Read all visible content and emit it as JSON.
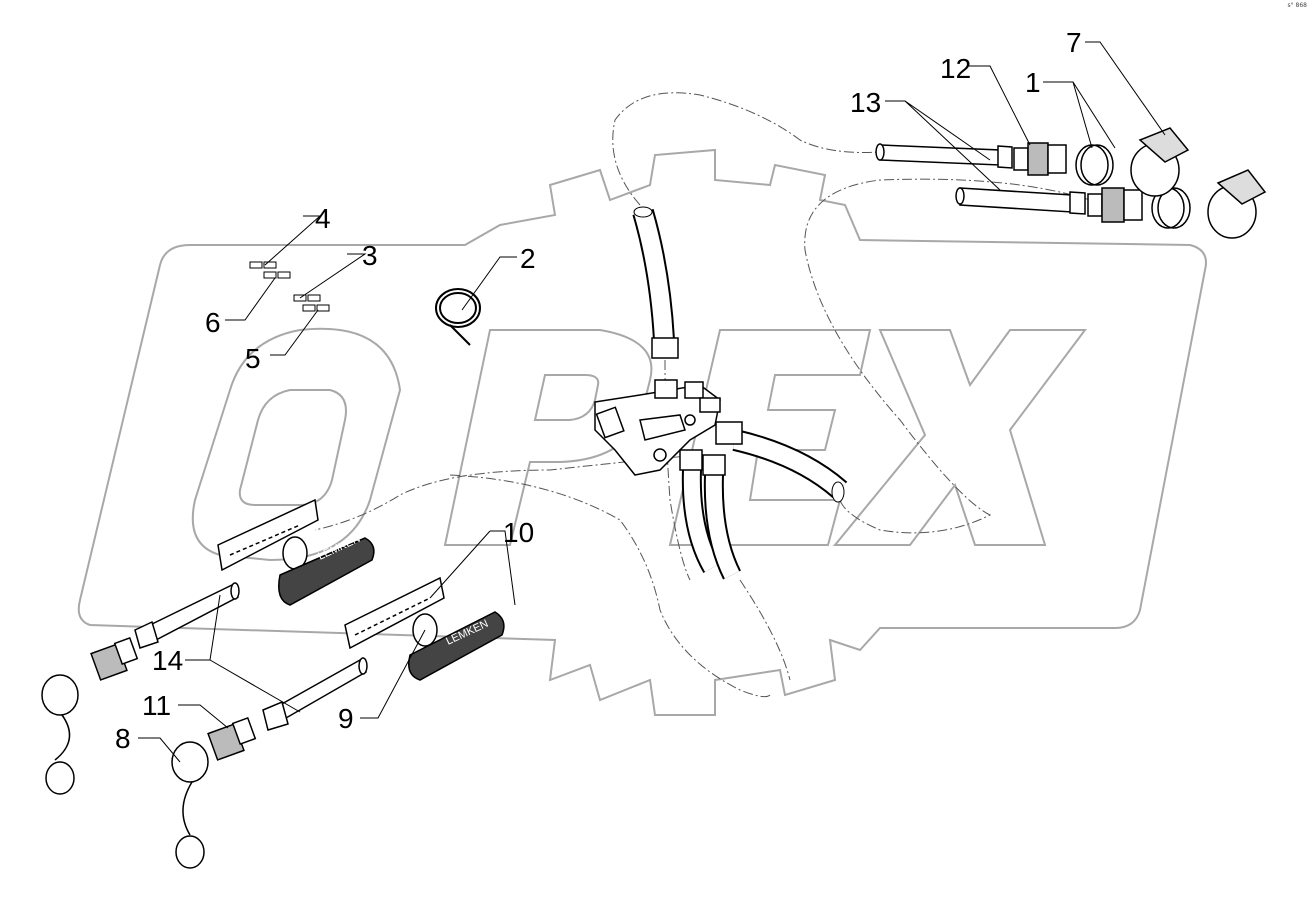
{
  "corner_code": "s° 868",
  "watermark": {
    "text": "OPEX",
    "color": "#a8a8a8"
  },
  "callouts": [
    {
      "id": "1",
      "label": "1"
    },
    {
      "id": "2",
      "label": "2"
    },
    {
      "id": "3",
      "label": "3"
    },
    {
      "id": "4",
      "label": "4"
    },
    {
      "id": "5",
      "label": "5"
    },
    {
      "id": "6",
      "label": "6"
    },
    {
      "id": "7",
      "label": "7"
    },
    {
      "id": "8",
      "label": "8"
    },
    {
      "id": "9",
      "label": "9"
    },
    {
      "id": "10",
      "label": "10"
    },
    {
      "id": "11",
      "label": "11"
    },
    {
      "id": "12",
      "label": "12"
    },
    {
      "id": "13",
      "label": "13"
    },
    {
      "id": "14",
      "label": "14"
    }
  ],
  "grip_brand_text": "LEMKEN"
}
